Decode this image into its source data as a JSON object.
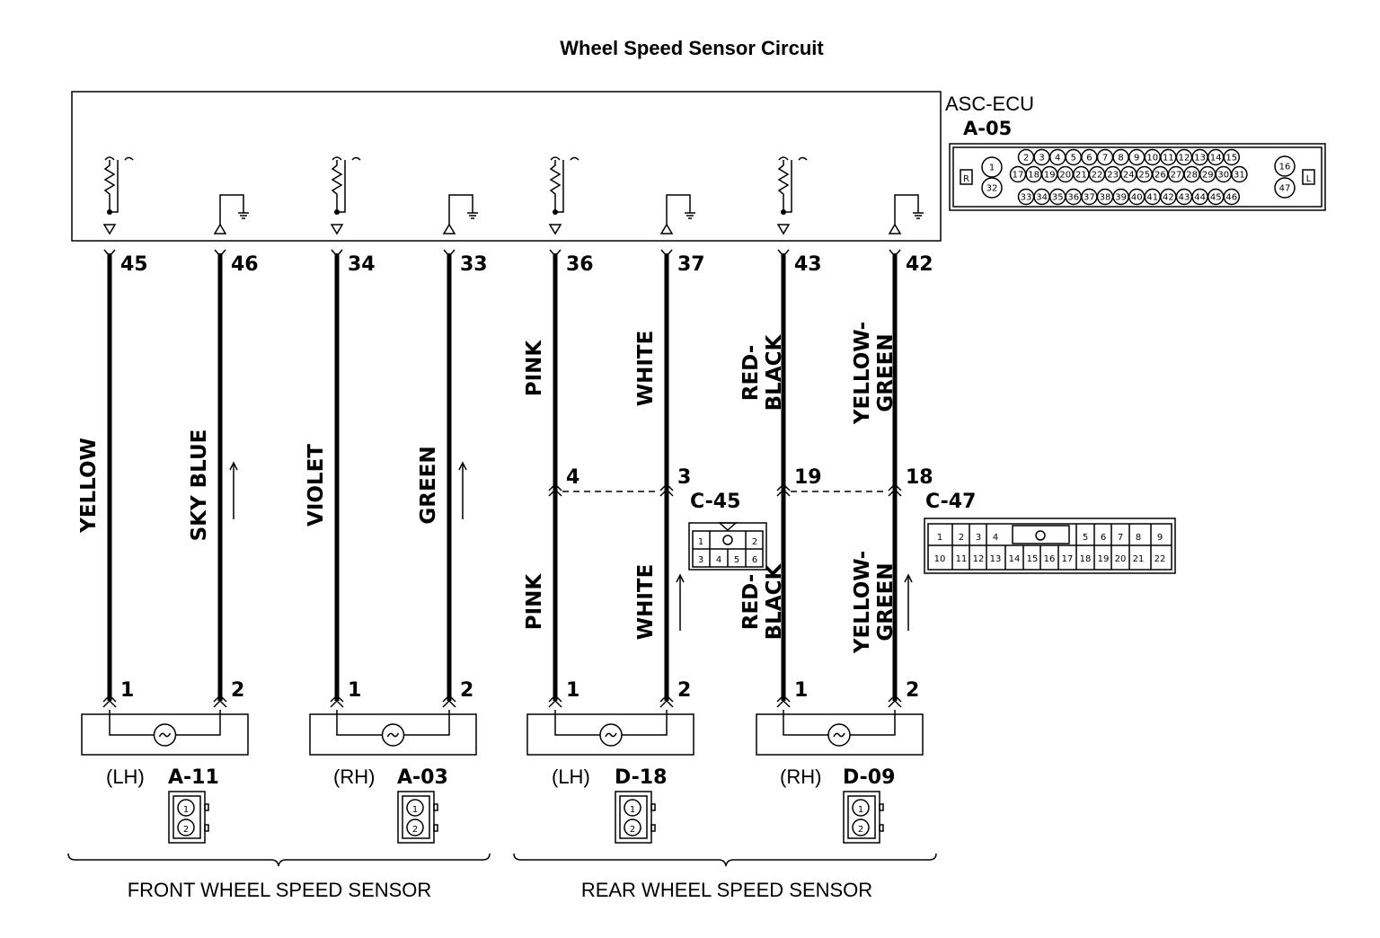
{
  "title": "Wheel Speed Sensor Circuit",
  "ecu": {
    "name": "ASC-ECU",
    "connector": "A-05"
  },
  "ecu_connector": {
    "row1": [
      "2",
      "3",
      "4",
      "5",
      "6",
      "7",
      "8",
      "9",
      "10",
      "11",
      "12",
      "13",
      "14",
      "15"
    ],
    "row2": [
      "17",
      "18",
      "19",
      "20",
      "21",
      "22",
      "23",
      "24",
      "25",
      "26",
      "27",
      "28",
      "29",
      "30",
      "31"
    ],
    "row3": [
      "33",
      "34",
      "35",
      "36",
      "37",
      "38",
      "39",
      "40",
      "41",
      "42",
      "43",
      "44",
      "45",
      "46"
    ],
    "left_pins": [
      "1",
      "32"
    ],
    "right_pins": [
      "16",
      "47"
    ],
    "left_mark": "R",
    "right_mark": "L"
  },
  "sensors": [
    {
      "side": "(LH)",
      "connector": "A-11",
      "wires": [
        {
          "ecu_pin": "45",
          "color_top": "YELLOW",
          "sensor_pin": "1"
        },
        {
          "ecu_pin": "46",
          "color_top": "SKY BLUE",
          "sensor_pin": "2"
        }
      ]
    },
    {
      "side": "(RH)",
      "connector": "A-03",
      "wires": [
        {
          "ecu_pin": "34",
          "color_top": "VIOLET",
          "sensor_pin": "1"
        },
        {
          "ecu_pin": "33",
          "color_top": "GREEN",
          "sensor_pin": "2"
        }
      ]
    },
    {
      "side": "(LH)",
      "connector": "D-18",
      "junction": "C-45",
      "wires": [
        {
          "ecu_pin": "36",
          "color_top": "PINK",
          "color_bottom": "PINK",
          "junction_pin": "4",
          "sensor_pin": "1"
        },
        {
          "ecu_pin": "37",
          "color_top": "WHITE",
          "color_bottom": "WHITE",
          "junction_pin": "3",
          "sensor_pin": "2"
        }
      ]
    },
    {
      "side": "(RH)",
      "connector": "D-09",
      "junction": "C-47",
      "wires": [
        {
          "ecu_pin": "43",
          "color_top": "RED-\nBLACK",
          "color_bottom": "RED-\nBLACK",
          "junction_pin": "19",
          "sensor_pin": "1"
        },
        {
          "ecu_pin": "42",
          "color_top": "YELLOW-\nGREEN",
          "color_bottom": "YELLOW-\nGREEN",
          "junction_pin": "18",
          "sensor_pin": "2"
        }
      ]
    }
  ],
  "sensor_connector_pins": [
    "1",
    "2"
  ],
  "c45_pins": {
    "top": [
      "1",
      "2"
    ],
    "bottom": [
      "3",
      "4",
      "5",
      "6"
    ]
  },
  "c47_pins": {
    "top": [
      "1",
      "2",
      "3",
      "4",
      "5",
      "6",
      "7",
      "8",
      "9"
    ],
    "bottom": [
      "10",
      "11",
      "12",
      "13",
      "14",
      "15",
      "16",
      "17",
      "18",
      "19",
      "20",
      "21",
      "22"
    ]
  },
  "groups": {
    "front": "FRONT WHEEL SPEED SENSOR",
    "rear": "REAR WHEEL SPEED SENSOR"
  }
}
